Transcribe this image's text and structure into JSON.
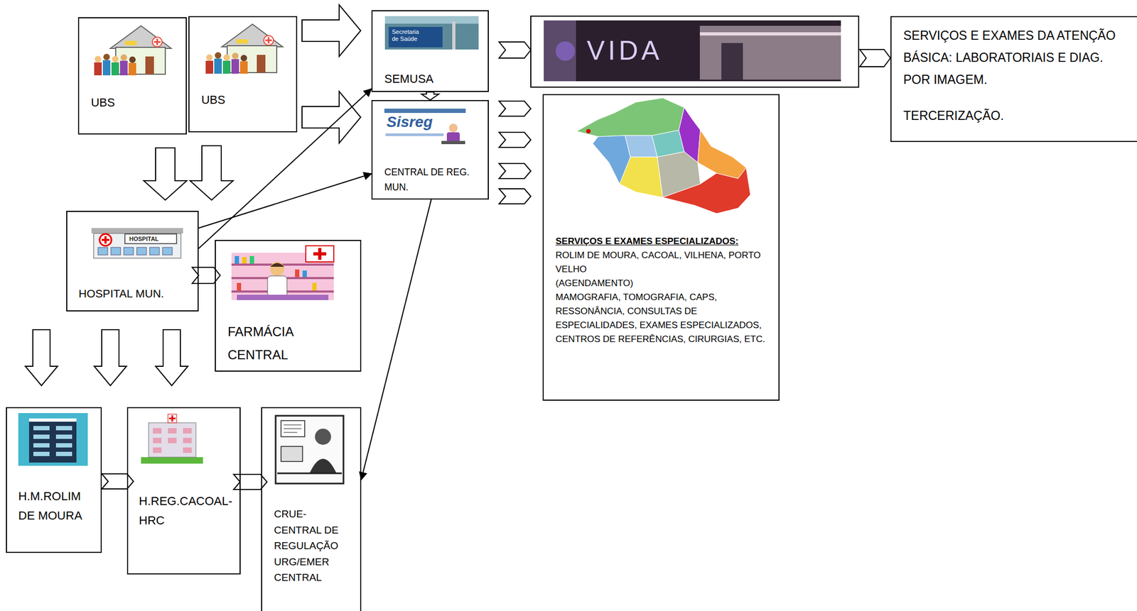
{
  "diagram": {
    "nodes": [
      {
        "text": [
          "UBS"
        ]
      },
      {
        "text": [
          "UBS"
        ]
      },
      {
        "text": [
          "SEMUSA"
        ]
      },
      {
        "text": [
          "SERVIÇOS E EXAMES DA ATENÇÃO BÁSICA: LABORATORIAIS E DIAG. POR IMAGEM.",
          "TERCERIZAÇÃO."
        ]
      },
      {
        "text": [
          "CENTRAL DE REG. MUN."
        ]
      },
      {
        "text": [
          "SERVIÇOS E EXAMES ESPECIALIZADOS:",
          "ROLIM DE MOURA, CACOAL, VILHENA, PORTO VELHO",
          "(AGENDAMENTO)",
          "MAMOGRAFIA, TOMOGRAFIA, CAPS, RESSONÂNCIA, CONSULTAS DE ESPECIALIDADES, EXAMES ESPECIALIZADOS, CENTROS DE REFERÊNCIAS, CIRURGIAS, ETC."
        ]
      },
      {
        "text": [
          "HOSPITAL MUN."
        ]
      },
      {
        "text": [
          "FARMÁCIA CENTRAL"
        ]
      },
      {
        "text": [
          "H.M.ROLIM DE MOURA"
        ]
      },
      {
        "text": [
          "H.REG.CACOAL- HRC"
        ]
      },
      {
        "text": [
          "CRUE- CENTRAL DE REGULAÇÃO URG/EMER CENTRAL"
        ]
      }
    ],
    "edges": [
      {
        "from": 1,
        "to": 2,
        "arrow": "to"
      },
      {
        "from": 1,
        "to": 4,
        "arrow": "to"
      },
      {
        "from": 0,
        "to": 6,
        "arrow": "to"
      },
      {
        "from": 1,
        "to": 6,
        "arrow": "to"
      },
      {
        "from": 2,
        "to": 4,
        "arrow": "to"
      },
      {
        "from": 6,
        "to": 2,
        "arrow": "to"
      },
      {
        "from": 6,
        "to": 4,
        "arrow": "to"
      },
      {
        "from": 6,
        "to": 7,
        "arrow": "to"
      },
      {
        "from": 6,
        "to": 8,
        "arrow": "to"
      },
      {
        "from": 6,
        "to": 9,
        "arrow": "to"
      },
      {
        "from": 6,
        "to": 9,
        "arrow": "to"
      },
      {
        "from": 8,
        "to": 9,
        "arrow": "to"
      },
      {
        "from": 9,
        "to": 10,
        "arrow": "to"
      },
      {
        "from": 4,
        "to": 10,
        "arrow": "to"
      },
      {
        "from": 4,
        "to": 5,
        "arrow": "to"
      },
      {
        "from": 4,
        "to": 5,
        "arrow": "to"
      },
      {
        "from": 4,
        "to": 5,
        "arrow": "to"
      },
      {
        "from": 4,
        "to": 5,
        "arrow": "to"
      }
    ],
    "labels": [
      "Secretaria de Saúde",
      "Sisreg",
      "HOSPITAL",
      "VIDA"
    ]
  }
}
